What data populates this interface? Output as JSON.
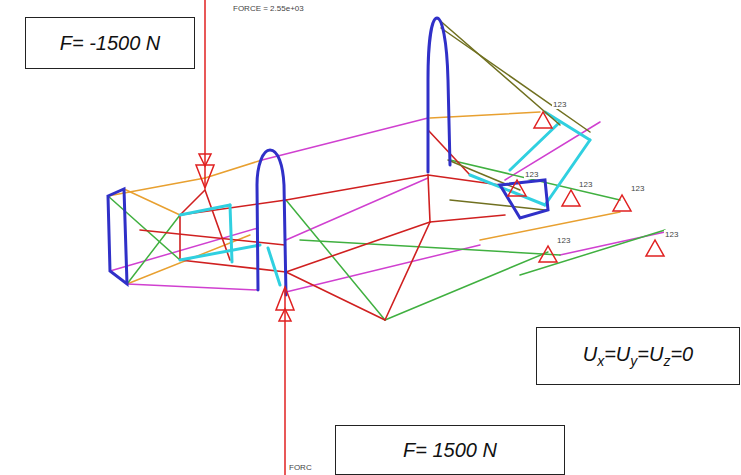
{
  "diagram": {
    "nodes": [
      {
        "text": [
          "F= -1500 N"
        ]
      },
      {
        "text": [
          "Ux=Uy=Uz=0"
        ]
      },
      {
        "text": [
          "F= 1500 N"
        ]
      }
    ],
    "labels": [
      "FORCE = 2.55e+03",
      "FORC",
      "123",
      "123",
      "123",
      "123",
      "123",
      "123"
    ]
  }
}
